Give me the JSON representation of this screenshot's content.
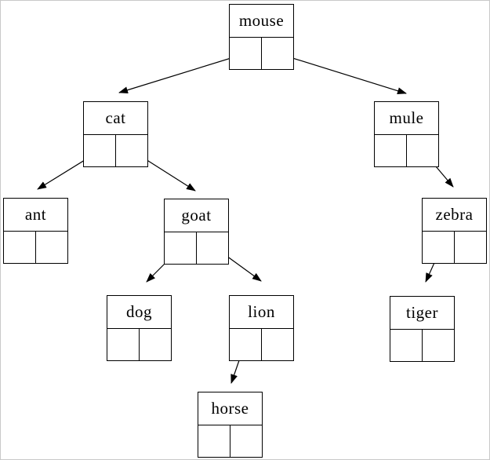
{
  "diagram": {
    "kind": "binary-tree-node-diagram",
    "background_color": "#ffffff",
    "line_color": "#000000",
    "frame_border_color": "#c9c9c9",
    "nodes": [
      {
        "id": "mouse",
        "label": "mouse"
      },
      {
        "id": "cat",
        "label": "cat"
      },
      {
        "id": "mule",
        "label": "mule"
      },
      {
        "id": "ant",
        "label": "ant"
      },
      {
        "id": "goat",
        "label": "goat"
      },
      {
        "id": "zebra",
        "label": "zebra"
      },
      {
        "id": "dog",
        "label": "dog"
      },
      {
        "id": "lion",
        "label": "lion"
      },
      {
        "id": "tiger",
        "label": "tiger"
      },
      {
        "id": "horse",
        "label": "horse"
      }
    ],
    "edges": [
      {
        "from": "mouse",
        "pointer": "left",
        "to": "cat"
      },
      {
        "from": "mouse",
        "pointer": "right",
        "to": "mule"
      },
      {
        "from": "cat",
        "pointer": "left",
        "to": "ant"
      },
      {
        "from": "cat",
        "pointer": "right",
        "to": "goat"
      },
      {
        "from": "goat",
        "pointer": "left",
        "to": "dog"
      },
      {
        "from": "goat",
        "pointer": "right",
        "to": "lion"
      },
      {
        "from": "mule",
        "pointer": "right",
        "to": "zebra"
      },
      {
        "from": "zebra",
        "pointer": "left",
        "to": "tiger"
      },
      {
        "from": "lion",
        "pointer": "left",
        "to": "horse"
      }
    ]
  }
}
